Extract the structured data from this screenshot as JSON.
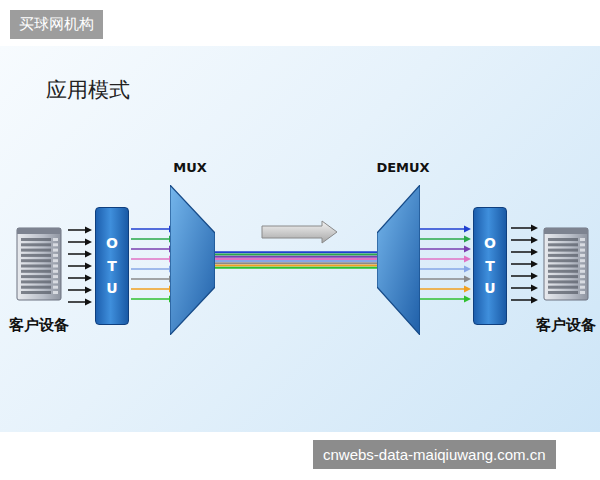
{
  "diagram": {
    "title": "应用模式",
    "nodes": [
      {
        "text": [
          "客户设备"
        ]
      },
      {
        "text": [
          "OTU"
        ]
      },
      {
        "text": [
          "MUX"
        ]
      },
      {
        "text": [
          "DEMUX"
        ]
      },
      {
        "text": [
          "OTU"
        ]
      },
      {
        "text": [
          "客户设备"
        ]
      }
    ],
    "edges": [
      {
        "from": 0,
        "to": 1,
        "arrow": "to"
      },
      {
        "from": 1,
        "to": 2,
        "arrow": "to"
      },
      {
        "from": 2,
        "to": 3,
        "arrow": "none"
      },
      {
        "from": 3,
        "to": 4,
        "arrow": "to"
      },
      {
        "from": 4,
        "to": 5,
        "arrow": "to"
      }
    ],
    "labels": [
      "买球网机构",
      "cnwebs-data-maiqiuwang.com.cn"
    ]
  }
}
